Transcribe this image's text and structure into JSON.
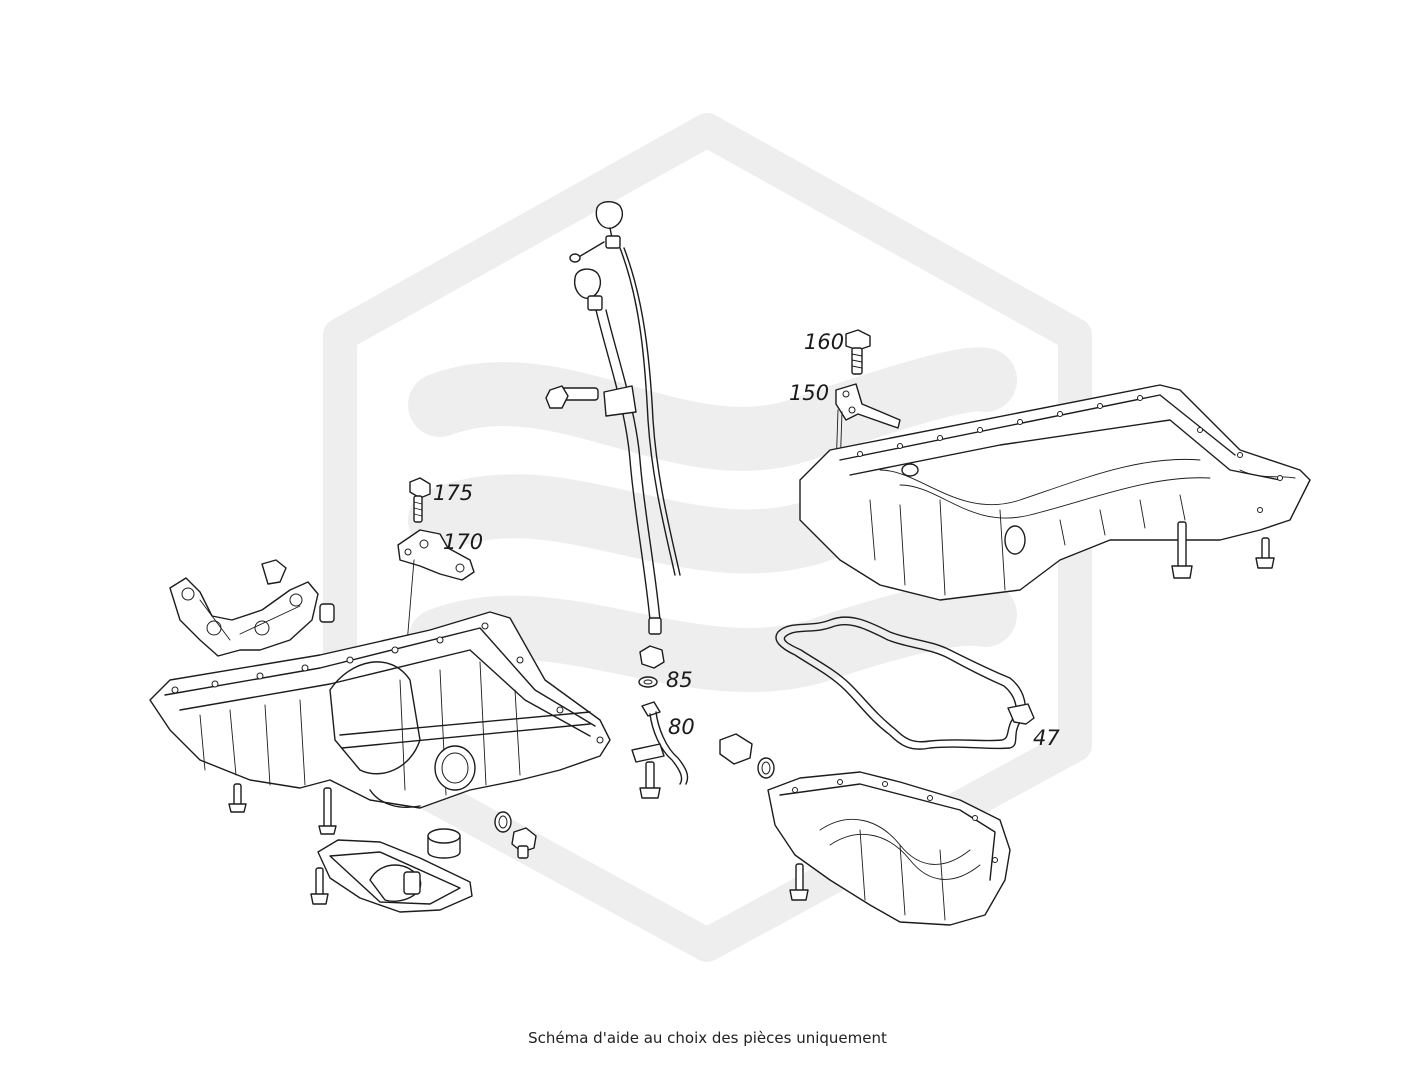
{
  "caption": "Schéma d'aide au choix des pièces uniquement",
  "colors": {
    "line": "#1c1c1c",
    "watermark": "#eeeeee",
    "background": "#ffffff"
  },
  "callouts": [
    {
      "id": "160",
      "label": "160",
      "part": "bolt"
    },
    {
      "id": "150",
      "label": "150",
      "part": "bracket"
    },
    {
      "id": "175",
      "label": "175",
      "part": "bolt"
    },
    {
      "id": "170",
      "label": "170",
      "part": "bracket"
    },
    {
      "id": "85",
      "label": "85",
      "part": "seal ring"
    },
    {
      "id": "80",
      "label": "80",
      "part": "oil drain pipe"
    },
    {
      "id": "47",
      "label": "47",
      "part": "gasket"
    }
  ]
}
